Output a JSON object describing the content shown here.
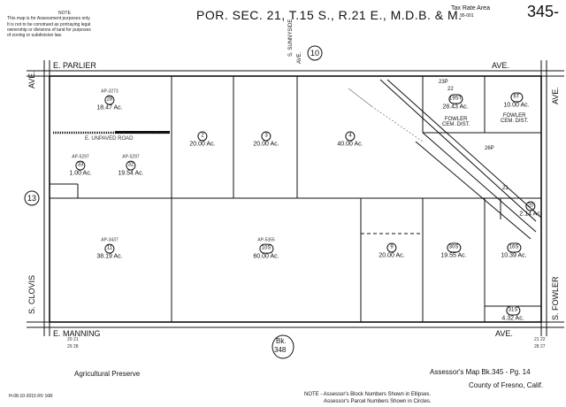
{
  "header": {
    "note_title": "NOTE",
    "note_lines": [
      "This map is for Assessment purposes only.",
      "It is not to be construed as portraying legal",
      "ownership or divisions of land for purposes",
      "of zoning or subdivision law."
    ],
    "title": "POR. SEC. 21, T.15 S., R.21 E., M.D.B. & M.",
    "tax_rate_label": "Tax Rate Area",
    "tax_rate_value": "95-001",
    "page_number": "345-"
  },
  "roads": {
    "north": "E. PARLIER",
    "north_ave": "AVE.",
    "south": "E. MANNING",
    "south_ave": "AVE.",
    "west_ave": "AVE.",
    "west_name": "S. CLOVIS",
    "east_ave": "AVE.",
    "east_name": "S. FOWLER",
    "sunnyside": "S. SUNNYSIDE",
    "sunnyside_ave": "AVE."
  },
  "adjacent": {
    "north": "10",
    "west": "13",
    "south_bk": "Bk.",
    "south_num": "348"
  },
  "corners": {
    "sw_top": "20 21",
    "sw_bottom": "29 28",
    "se_top": "21 22",
    "se_bottom": "28 27"
  },
  "misc": {
    "unpaved_road": "E. UNPAVED ROAD"
  },
  "lots": [
    {
      "ap": "AP-3273",
      "num": "28",
      "area": "18.47 Ac."
    },
    {
      "ap": "",
      "num": "2",
      "area": "20.00 Ac."
    },
    {
      "ap": "",
      "num": "3",
      "area": "20.00 Ac."
    },
    {
      "ap": "",
      "num": "4",
      "area": "40.00 Ac."
    },
    {
      "ap": "",
      "num": "19ST",
      "area": "28.43 Ac."
    },
    {
      "ap": "",
      "num": "6T",
      "area": "10.00 Ac."
    },
    {
      "ap": "AP-5297",
      "num": "33",
      "area": "1.00 Ac."
    },
    {
      "ap": "AP-5297",
      "num": "32",
      "area": "19.54 Ac."
    },
    {
      "ap": "AP-3437",
      "num": "11",
      "area": "38.19 Ac."
    },
    {
      "ap": "AP-5355",
      "num": "10S",
      "area": "60.00 Ac."
    },
    {
      "ap": "",
      "num": "9",
      "area": "20.00 Ac."
    },
    {
      "ap": "",
      "num": "30S",
      "area": "19.55 Ac."
    },
    {
      "ap": "",
      "num": "16S",
      "area": "10.39 Ac."
    },
    {
      "ap": "",
      "num": "20",
      "area": "2.14 Ac."
    },
    {
      "ap": "",
      "num": "31S",
      "area": "4.32 Ac."
    }
  ],
  "labels": {
    "fowler_cem_1": "FOWLER\nCEM. DIST.",
    "fowler_cem_2": "FOWLER\nCEM. DIST.",
    "tag_23p": "23P",
    "tag_22": "22",
    "tag_21": "21",
    "tag_26p": "26P"
  },
  "footer": {
    "ag_preserve": "Agricultural Preserve",
    "revision": "H-08-10-2015 RV 16R",
    "assessor_map": "Assessor's Map Bk.345 - Pg. 14",
    "county": "County of Fresno, Calif.",
    "note1": "NOTE - Assessor's Block Numbers Shown in Ellipses.",
    "note2": "Assessor's Parcel Numbers Shown in Circles."
  }
}
